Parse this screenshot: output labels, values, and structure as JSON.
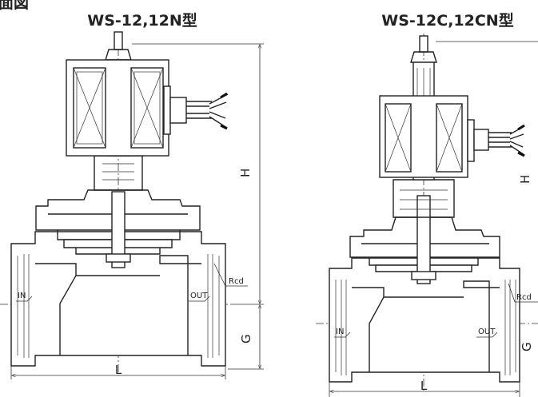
{
  "header": {
    "section_label": "面図"
  },
  "views": [
    {
      "title": "WS-12,12N型",
      "labels": {
        "inlet": "IN",
        "outlet": "OUT",
        "thread": "Rcd"
      },
      "dimensions": {
        "height": "H",
        "bottom": "G",
        "length": "L"
      }
    },
    {
      "title": "WS-12C,12CN型",
      "labels": {
        "inlet": "IN",
        "outlet": "OUT",
        "thread": "Rcd"
      },
      "dimensions": {
        "height": "H",
        "bottom": "G",
        "length": "L"
      }
    }
  ]
}
